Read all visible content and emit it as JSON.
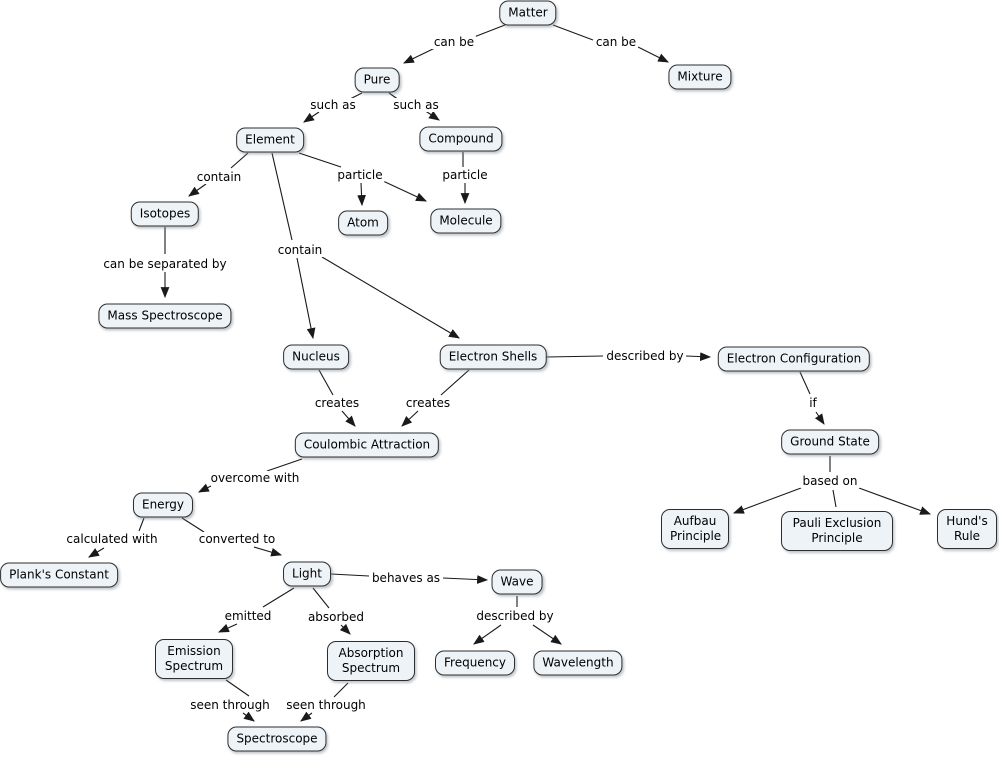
{
  "nodes": {
    "matter": "Matter",
    "pure": "Pure",
    "mixture": "Mixture",
    "element": "Element",
    "compound": "Compound",
    "atom": "Atom",
    "molecule": "Molecule",
    "isotopes": "Isotopes",
    "mass_spectroscope": "Mass Spectroscope",
    "nucleus": "Nucleus",
    "electron_shells": "Electron Shells",
    "electron_configuration": "Electron Configuration",
    "ground_state": "Ground State",
    "aufbau": "Aufbau Principle",
    "pauli": "Pauli Exclusion Principle",
    "hunds": "Hund's Rule",
    "coulombic": "Coulombic Attraction",
    "energy": "Energy",
    "planks": "Plank's Constant",
    "light": "Light",
    "wave": "Wave",
    "frequency": "Frequency",
    "wavelength": "Wavelength",
    "emission": "Emission Spectrum",
    "absorption": "Absorption Spectrum",
    "spectroscope": "Spectroscope"
  },
  "links": {
    "can_be_1": "can be",
    "can_be_2": "can be",
    "such_as_1": "such as",
    "such_as_2": "such as",
    "contain_1": "contain",
    "contain_2": "contain",
    "particle_1": "particle",
    "particle_2": "particle",
    "can_be_separated_by": "can be separated by",
    "creates_1": "creates",
    "creates_2": "creates",
    "described_by_1": "described by",
    "if_link": "if",
    "based_on": "based on",
    "overcome_with": "overcome with",
    "calculated_with": "calculated with",
    "converted_to": "converted to",
    "behaves_as": "behaves as",
    "emitted": "emitted",
    "absorbed": "absorbed",
    "described_by_2": "described by",
    "seen_through_1": "seen through",
    "seen_through_2": "seen through"
  },
  "colors": {
    "node_fill": "#eef3f7",
    "node_border": "#2e2e2e",
    "line": "#1a1a1a",
    "background": "#ffffff"
  }
}
